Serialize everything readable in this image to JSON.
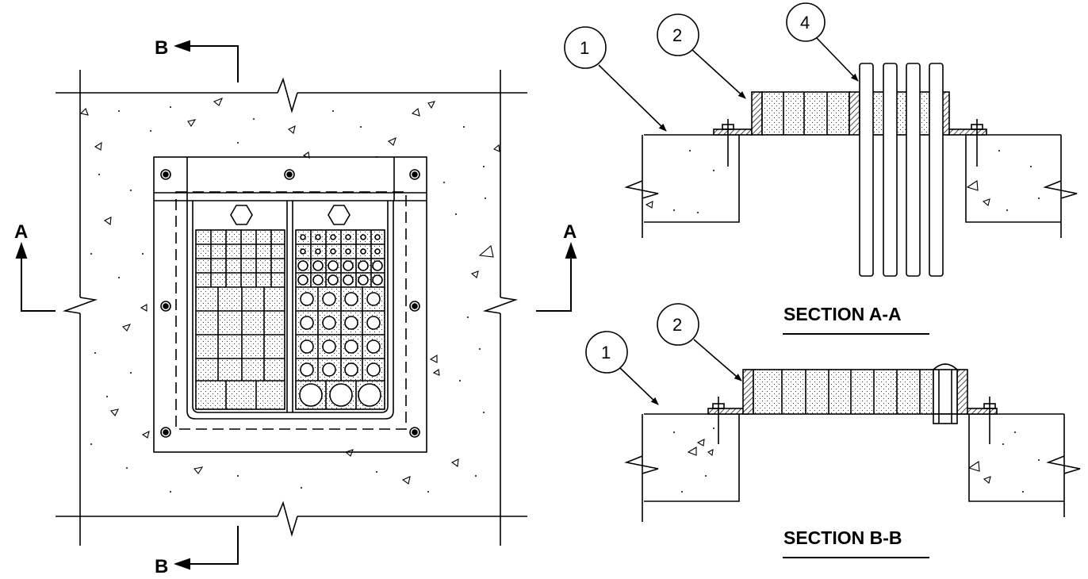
{
  "plan_view": {
    "cut_a_label_left": "A",
    "cut_a_label_right": "A",
    "cut_b_label_top": "B",
    "cut_b_label_bottom": "B"
  },
  "section_a": {
    "title": "SECTION A-A",
    "callouts": [
      "1",
      "2",
      "4"
    ]
  },
  "section_b": {
    "title": "SECTION B-B",
    "callouts": [
      "1",
      "2"
    ]
  }
}
